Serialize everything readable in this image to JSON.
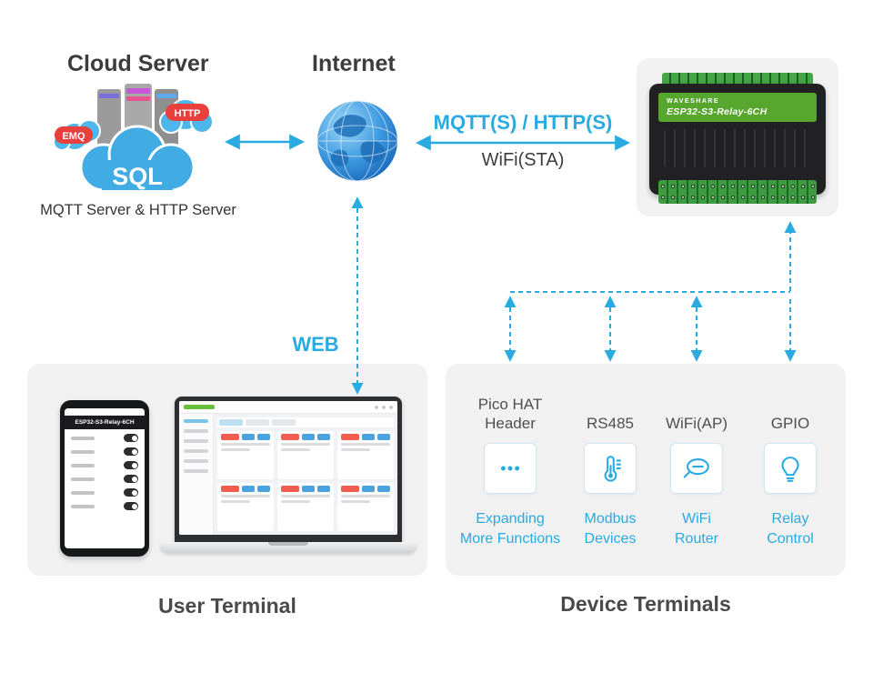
{
  "accent_color": "#29abe2",
  "cloud_server": {
    "title": "Cloud Server",
    "caption": "MQTT Server & HTTP Server",
    "badge_emq": "EMQ",
    "badge_http": "HTTP",
    "badge_sql": "SQL"
  },
  "internet": {
    "title": "Internet"
  },
  "links": {
    "protocol_label": "MQTT(S) / HTTP(S)",
    "wifi_label": "WiFi(STA)",
    "web_label": "WEB"
  },
  "device": {
    "brand": "WAVESHARE",
    "model": "ESP32-S3-Relay-6CH"
  },
  "user_terminal": {
    "caption": "User Terminal",
    "phone_title": "ESP32-S3-Relay-6CH"
  },
  "device_terminals": {
    "caption": "Device Terminals",
    "items": [
      {
        "header": "Pico HAT Header",
        "icon": "ellipsis-icon",
        "label_lines": [
          "Expanding",
          "More Functions"
        ]
      },
      {
        "header": "RS485",
        "icon": "thermometer-icon",
        "label_lines": [
          "Modbus",
          "Devices"
        ]
      },
      {
        "header": "WiFi(AP)",
        "icon": "router-bubble-icon",
        "label_lines": [
          "WiFi",
          "Router"
        ]
      },
      {
        "header": "GPIO",
        "icon": "bulb-icon",
        "label_lines": [
          "Relay",
          "Control"
        ]
      }
    ]
  }
}
